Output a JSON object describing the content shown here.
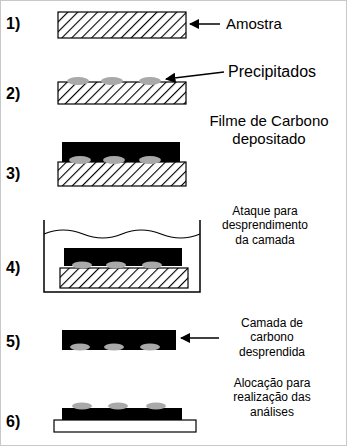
{
  "diagram": {
    "labels": [
      "1)",
      "Amostra",
      "2)",
      "Precipitados",
      "3)",
      "Filme de Carbono depositado",
      "4)",
      "Ataque para desprendimento da camada",
      "5)",
      "Camada de carbono desprendida",
      "6)",
      "Alocação para realização das análises"
    ]
  }
}
